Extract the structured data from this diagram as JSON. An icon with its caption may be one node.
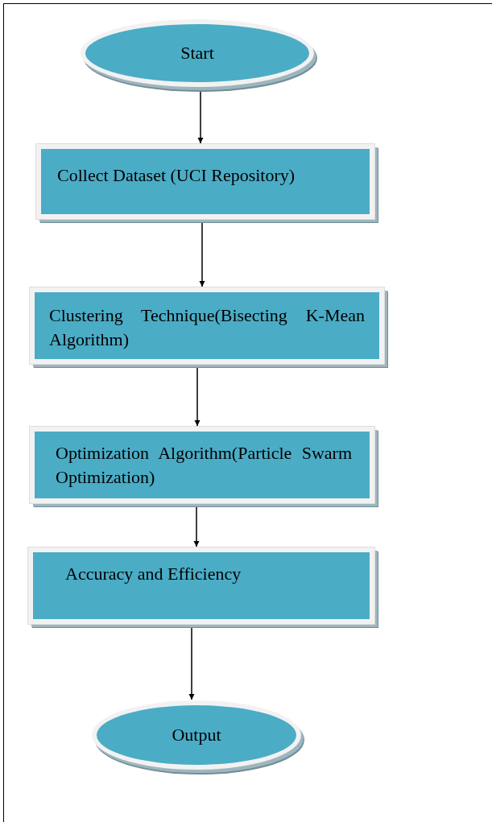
{
  "diagram": {
    "nodes": [
      {
        "text": [
          "Start"
        ]
      },
      {
        "text": [
          "Collect Dataset (UCI Repository)"
        ]
      },
      {
        "text": [
          "Clustering Technique(Bisecting K-Mean Algorithm)"
        ]
      },
      {
        "text": [
          "Optimization Algorithm(Particle Swarm Optimization)"
        ]
      },
      {
        "text": [
          "Accuracy and Efficiency"
        ]
      },
      {
        "text": [
          "Output"
        ]
      }
    ],
    "edges": [
      {
        "from": 0,
        "to": 1,
        "arrow": "to"
      },
      {
        "from": 1,
        "to": 2,
        "arrow": "to"
      },
      {
        "from": 2,
        "to": 3,
        "arrow": "to"
      },
      {
        "from": 3,
        "to": 4,
        "arrow": "to"
      },
      {
        "from": 4,
        "to": 5,
        "arrow": "to"
      }
    ]
  }
}
